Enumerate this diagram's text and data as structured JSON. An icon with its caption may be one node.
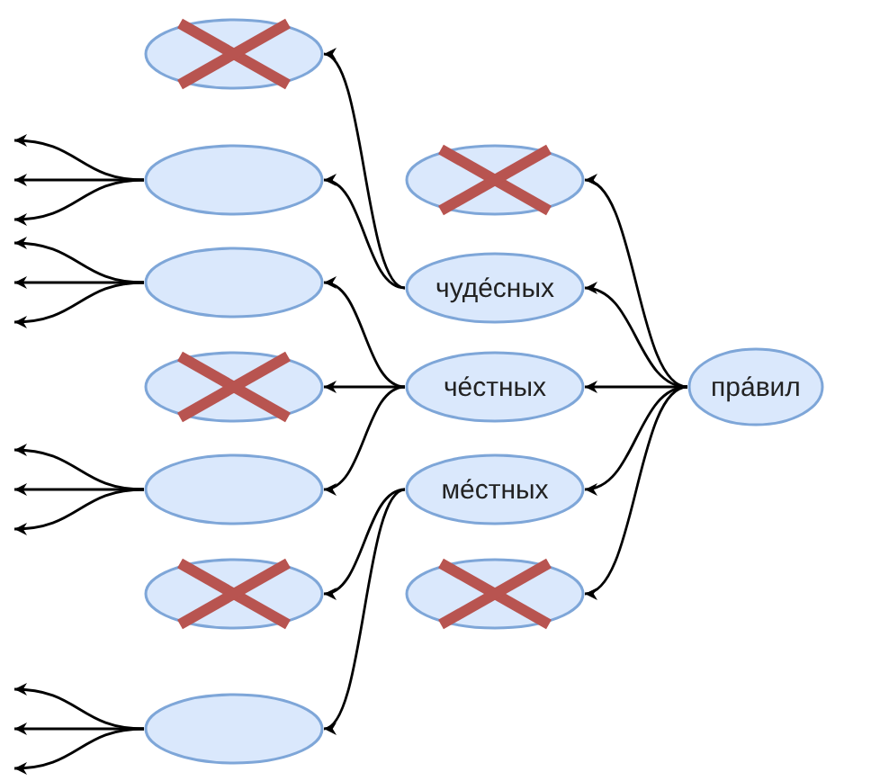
{
  "diagram": {
    "nodes": [
      {
        "text": [],
        "shape": "crossed"
      },
      {
        "text": [],
        "shape": "ellipse"
      },
      {
        "text": [],
        "shape": "ellipse"
      },
      {
        "text": [],
        "shape": "crossed"
      },
      {
        "text": [],
        "shape": "ellipse"
      },
      {
        "text": [],
        "shape": "crossed"
      },
      {
        "text": [],
        "shape": "ellipse"
      },
      {
        "text": [],
        "shape": "crossed"
      },
      {
        "text": [
          "чуде́сных"
        ]
      },
      {
        "text": [
          "че́стных"
        ]
      },
      {
        "text": [
          "ме́стных"
        ]
      },
      {
        "text": [],
        "shape": "crossed"
      },
      {
        "text": [
          "пра́вил"
        ]
      }
    ],
    "edges": [
      {
        "from": 12,
        "to": 7,
        "arrow": "to"
      },
      {
        "from": 12,
        "to": 8,
        "arrow": "to"
      },
      {
        "from": 12,
        "to": 9,
        "arrow": "to"
      },
      {
        "from": 12,
        "to": 10,
        "arrow": "to"
      },
      {
        "from": 12,
        "to": 11,
        "arrow": "to"
      },
      {
        "from": 8,
        "to": 0,
        "arrow": "to"
      },
      {
        "from": 8,
        "to": 1,
        "arrow": "to"
      },
      {
        "from": 9,
        "to": 2,
        "arrow": "to"
      },
      {
        "from": 9,
        "to": 3,
        "arrow": "to"
      },
      {
        "from": 9,
        "to": 4,
        "arrow": "to"
      },
      {
        "from": 10,
        "to": 5,
        "arrow": "to"
      },
      {
        "from": 10,
        "to": 6,
        "arrow": "to"
      },
      {
        "from": 1,
        "to": null,
        "arrow": "to"
      },
      {
        "from": 1,
        "to": null,
        "arrow": "to"
      },
      {
        "from": 1,
        "to": null,
        "arrow": "to"
      },
      {
        "from": 2,
        "to": null,
        "arrow": "to"
      },
      {
        "from": 2,
        "to": null,
        "arrow": "to"
      },
      {
        "from": 2,
        "to": null,
        "arrow": "to"
      },
      {
        "from": 4,
        "to": null,
        "arrow": "to"
      },
      {
        "from": 4,
        "to": null,
        "arrow": "to"
      },
      {
        "from": 4,
        "to": null,
        "arrow": "to"
      },
      {
        "from": 6,
        "to": null,
        "arrow": "to"
      },
      {
        "from": 6,
        "to": null,
        "arrow": "to"
      },
      {
        "from": 6,
        "to": null,
        "arrow": "to"
      }
    ]
  }
}
